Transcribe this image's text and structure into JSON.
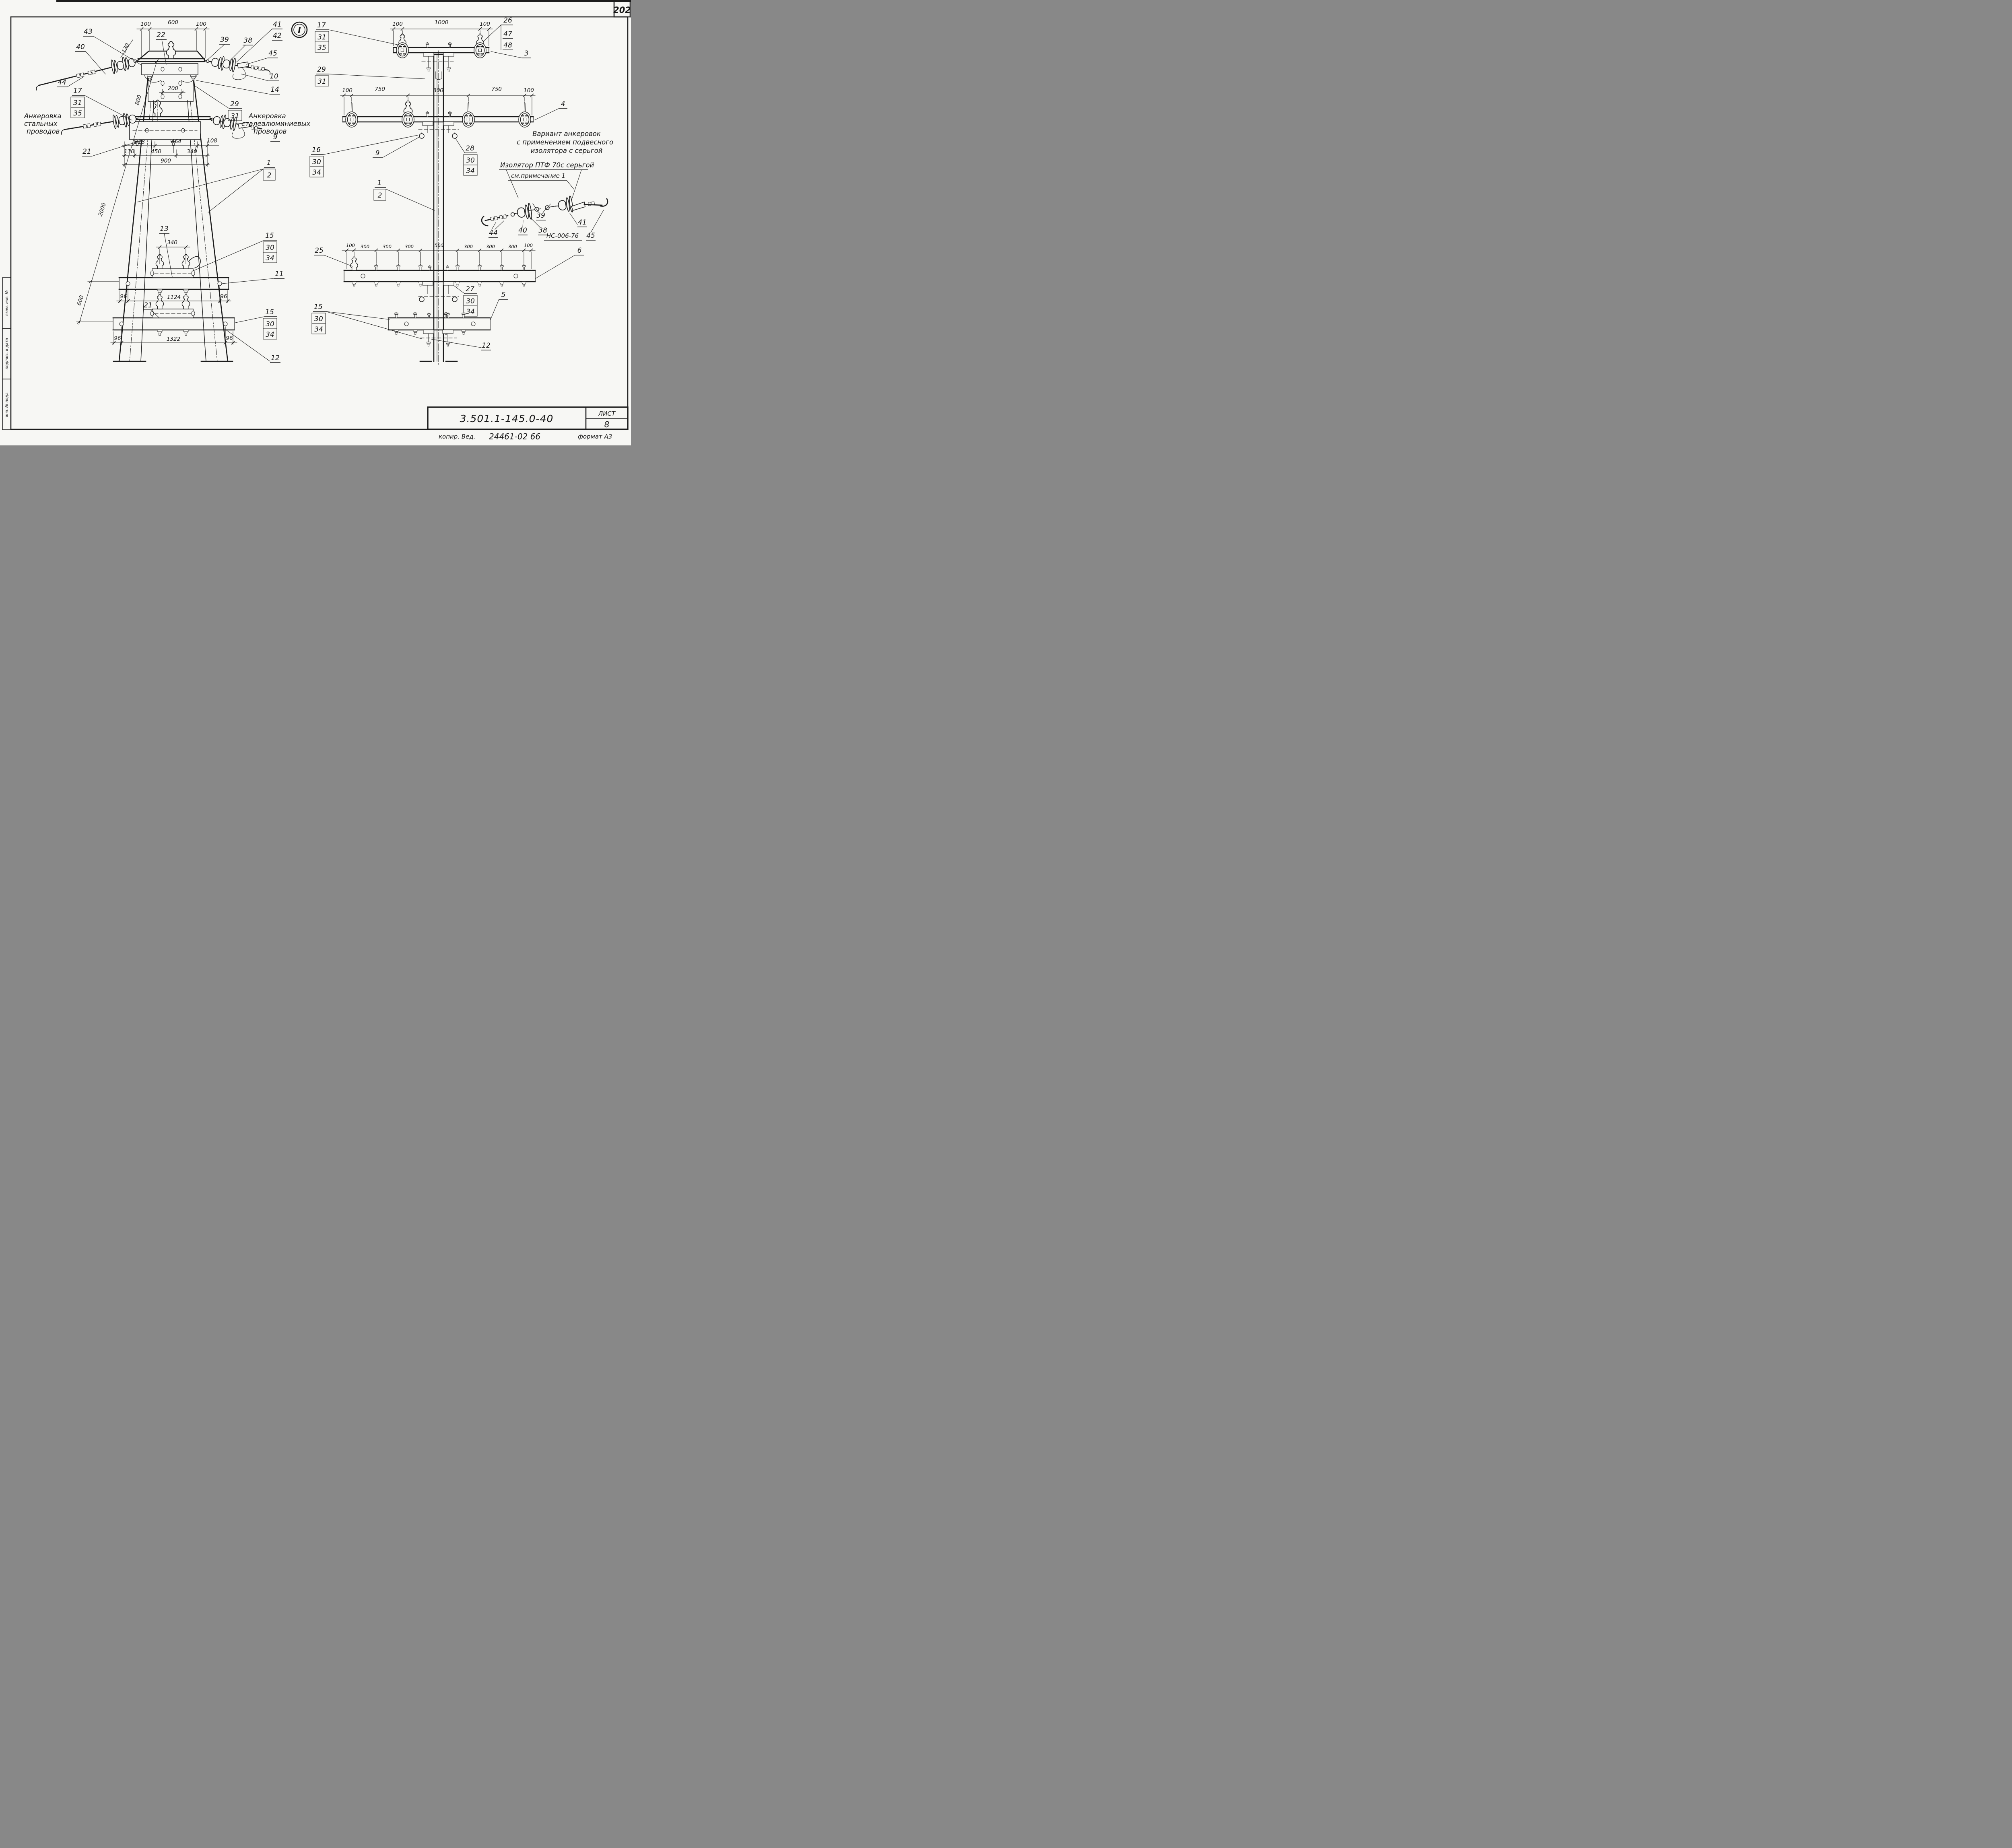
{
  "page": {
    "number": "202",
    "doc_number": "3.501.1-145.0-40",
    "sheet_label": "ЛИСТ",
    "sheet_number": "8",
    "copyist": "копир. Вед.",
    "order_number": "24461-02  66",
    "format_label": "формат А3",
    "section_marker": "I"
  },
  "margin_boxes": [
    "взам. инв. №",
    "подпись и дата",
    "инв. № подл."
  ],
  "texts": {
    "anchor_steel": [
      "Анкеровка",
      "стальных",
      "проводов"
    ],
    "anchor_alum": [
      "Анкеровка",
      "сталеалюминиевых",
      "проводов"
    ],
    "variant": [
      "Вариант  анкеровок",
      "с применением подвесного",
      "изолятора  с серьгой"
    ],
    "insulator_note": "Изолятор ПТФ 70с серьгой",
    "see_note": "см.примечание 1",
    "string_code": "НС-006-76"
  },
  "nums": {
    "1": "1",
    "2": "2",
    "3": "3",
    "4": "4",
    "5": "5",
    "6": "6",
    "9": "9",
    "10": "10",
    "11": "11",
    "12": "12",
    "13": "13",
    "14": "14",
    "15": "15",
    "16": "16",
    "17": "17",
    "21": "21",
    "22": "22",
    "25": "25",
    "26": "26",
    "27": "27",
    "28": "28",
    "29": "29",
    "30": "30",
    "31": "31",
    "34": "34",
    "35": "35",
    "38": "38",
    "39": "39",
    "40": "40",
    "41": "41",
    "42": "42",
    "43": "43",
    "44": "44",
    "45": "45",
    "47": "47",
    "48": "48"
  },
  "dims": {
    "96": "96",
    "100": "100",
    "108": "108",
    "110": "110",
    "130": "130",
    "200": "200",
    "300": "300",
    "328": "328",
    "340": "340",
    "450": "450",
    "464": "464",
    "500": "500",
    "600": "600",
    "750": "750",
    "800": "800",
    "900": "900",
    "1000": "1000",
    "1124": "1124",
    "1322": "1322",
    "2000": "2000"
  }
}
